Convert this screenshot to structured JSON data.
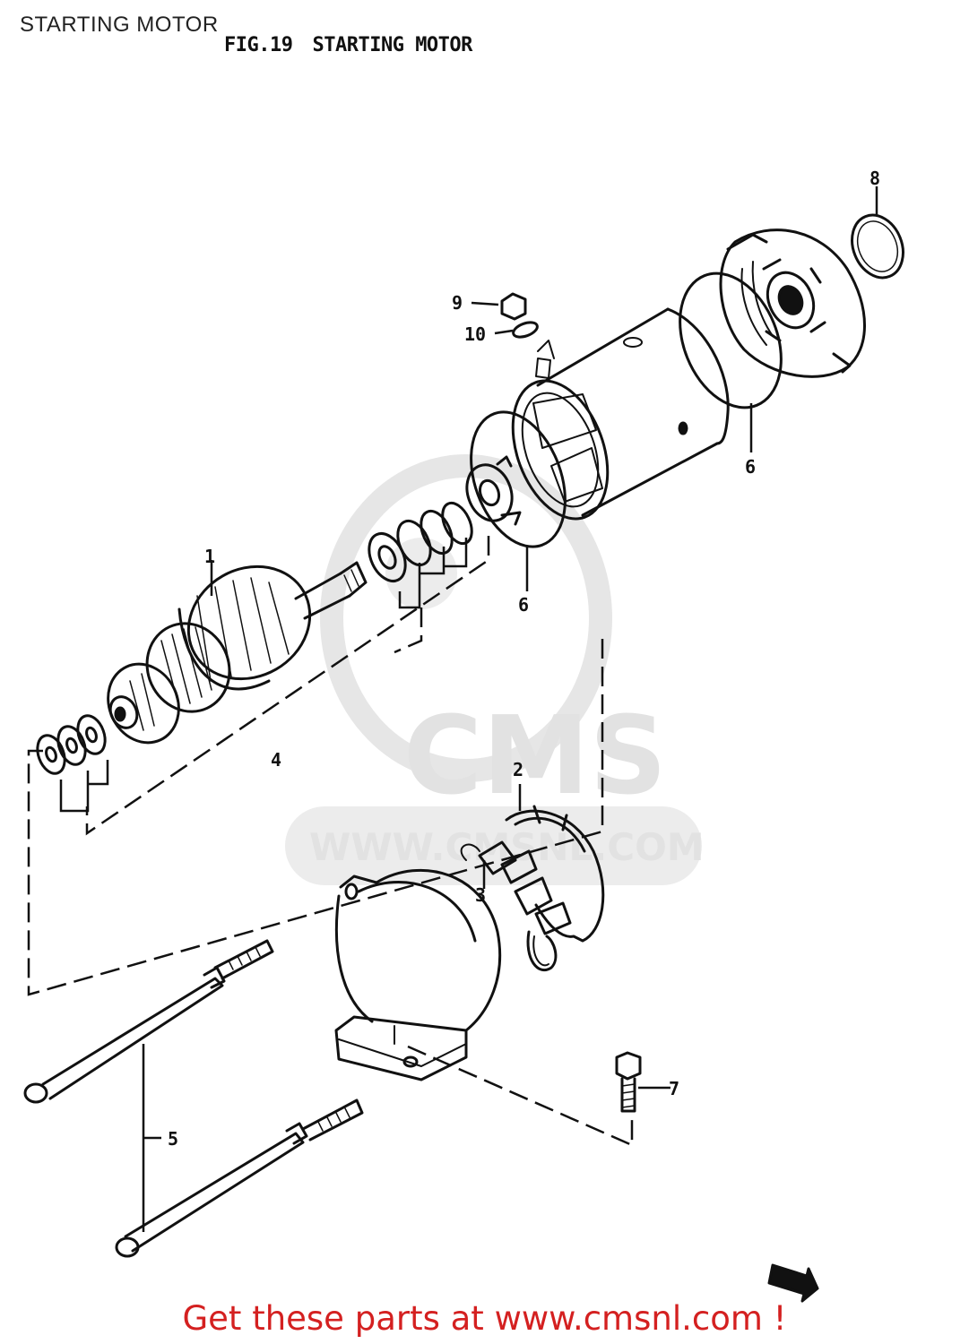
{
  "header": {
    "page_title": "STARTING MOTOR",
    "figure_number": "FIG.19",
    "figure_title": "STARTING MOTOR"
  },
  "watermark": {
    "logo_text": "CMS",
    "url_text": "WWW.CMSNL.COM"
  },
  "callouts": [
    {
      "id": "1",
      "label": "1"
    },
    {
      "id": "2",
      "label": "2"
    },
    {
      "id": "3",
      "label": "3"
    },
    {
      "id": "4",
      "label": "4"
    },
    {
      "id": "5",
      "label": "5"
    },
    {
      "id": "6a",
      "label": "6"
    },
    {
      "id": "6b",
      "label": "6"
    },
    {
      "id": "7",
      "label": "7"
    },
    {
      "id": "8",
      "label": "8"
    },
    {
      "id": "9",
      "label": "9"
    },
    {
      "id": "10",
      "label": "10"
    }
  ],
  "direction_marker": "FWD",
  "footer": {
    "text": "Get these parts at www.cmsnl.com !"
  },
  "colors": {
    "ink": "#111111",
    "watermark": "#e2e2e2",
    "footer": "#d42020"
  }
}
